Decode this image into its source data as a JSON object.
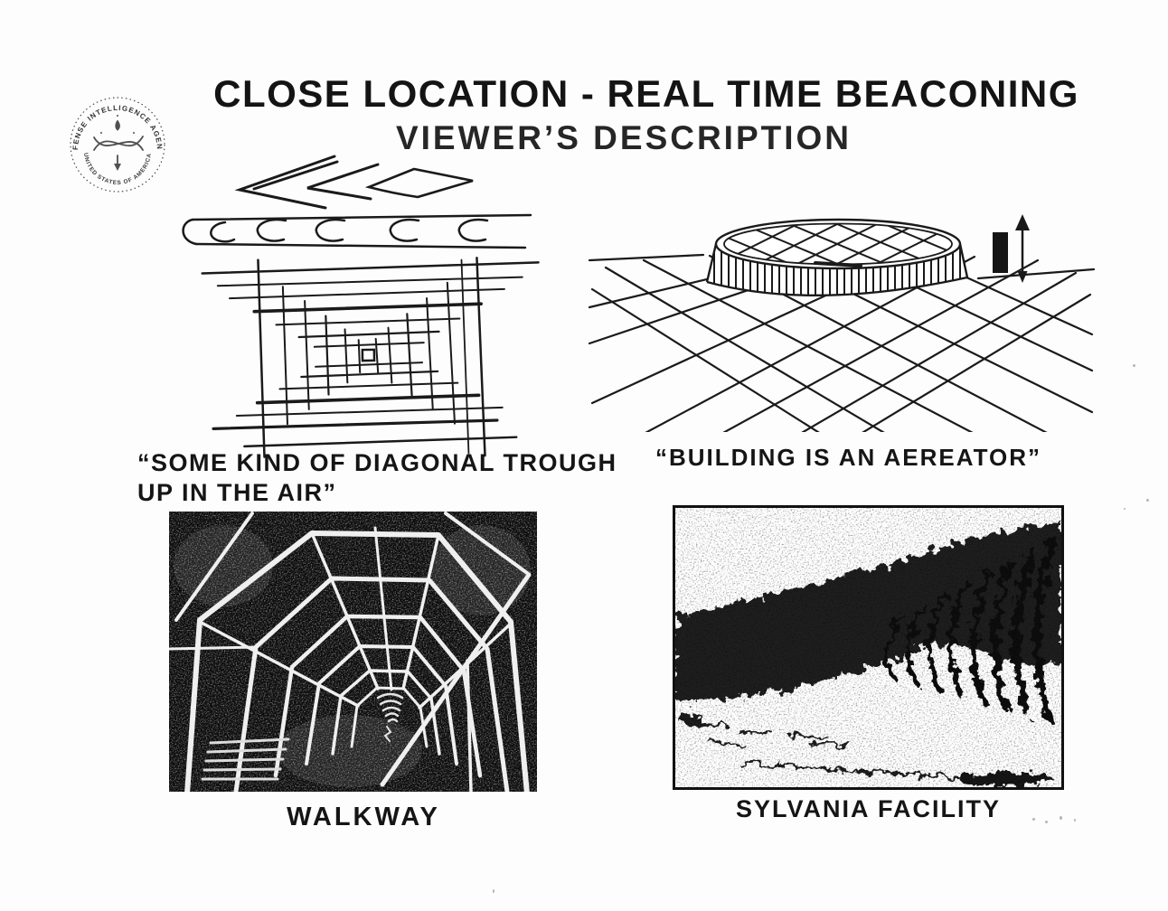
{
  "page": {
    "title": "CLOSE LOCATION - REAL TIME BEACONING",
    "subtitle": "VIEWER’S DESCRIPTION"
  },
  "seal": {
    "top_text": "DEFENSE INTELLIGENCE AGENCY",
    "bottom_text": "UNITED STATES OF AMERICA"
  },
  "figures": {
    "trough": {
      "caption_line1": "“SOME KIND OF DIAGONAL TROUGH",
      "caption_line2": "UP IN THE AIR”"
    },
    "aereator": {
      "caption": "“BUILDING IS AN AEREATOR”"
    },
    "walkway": {
      "caption": "WALKWAY"
    },
    "sylvania": {
      "caption": "SYLVANIA FACILITY"
    }
  },
  "colors": {
    "ink": "#161616",
    "paper": "#fdfdfd"
  }
}
